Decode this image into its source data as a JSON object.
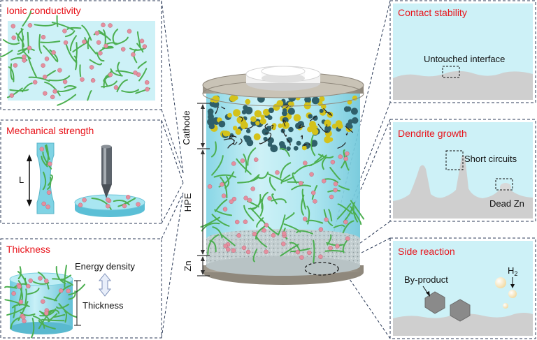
{
  "panels": {
    "ionic": {
      "title": "Ionic conductivity"
    },
    "mechanical": {
      "title": "Mechanical strength",
      "length_label": "L"
    },
    "thickness": {
      "title": "Thickness",
      "energy_label": "Energy density",
      "thickness_label": "Thickness"
    },
    "contact": {
      "title": "Contact stability",
      "interface_label": "Untouched interface"
    },
    "dendrite": {
      "title": "Dendrite growth",
      "short_label": "Short circuits",
      "deadzn_label": "Dead Zn"
    },
    "side": {
      "title": "Side reaction",
      "byproduct_label": "By-product",
      "gas_label": "H",
      "gas_sub": "2"
    }
  },
  "battery": {
    "cathode_label": "Cathode",
    "hpe_label": "HPE",
    "zn_label": "Zn"
  },
  "colors": {
    "panel_bg": "#cdf1f7",
    "title_red": "#e8141b",
    "polymer_green": "#4caf50",
    "ion_pink": "#e58f9f",
    "cathode_yellow": "#d4c21a",
    "cathode_dark": "#2f5f6a",
    "zn_gray": "#c8c8c8"
  }
}
